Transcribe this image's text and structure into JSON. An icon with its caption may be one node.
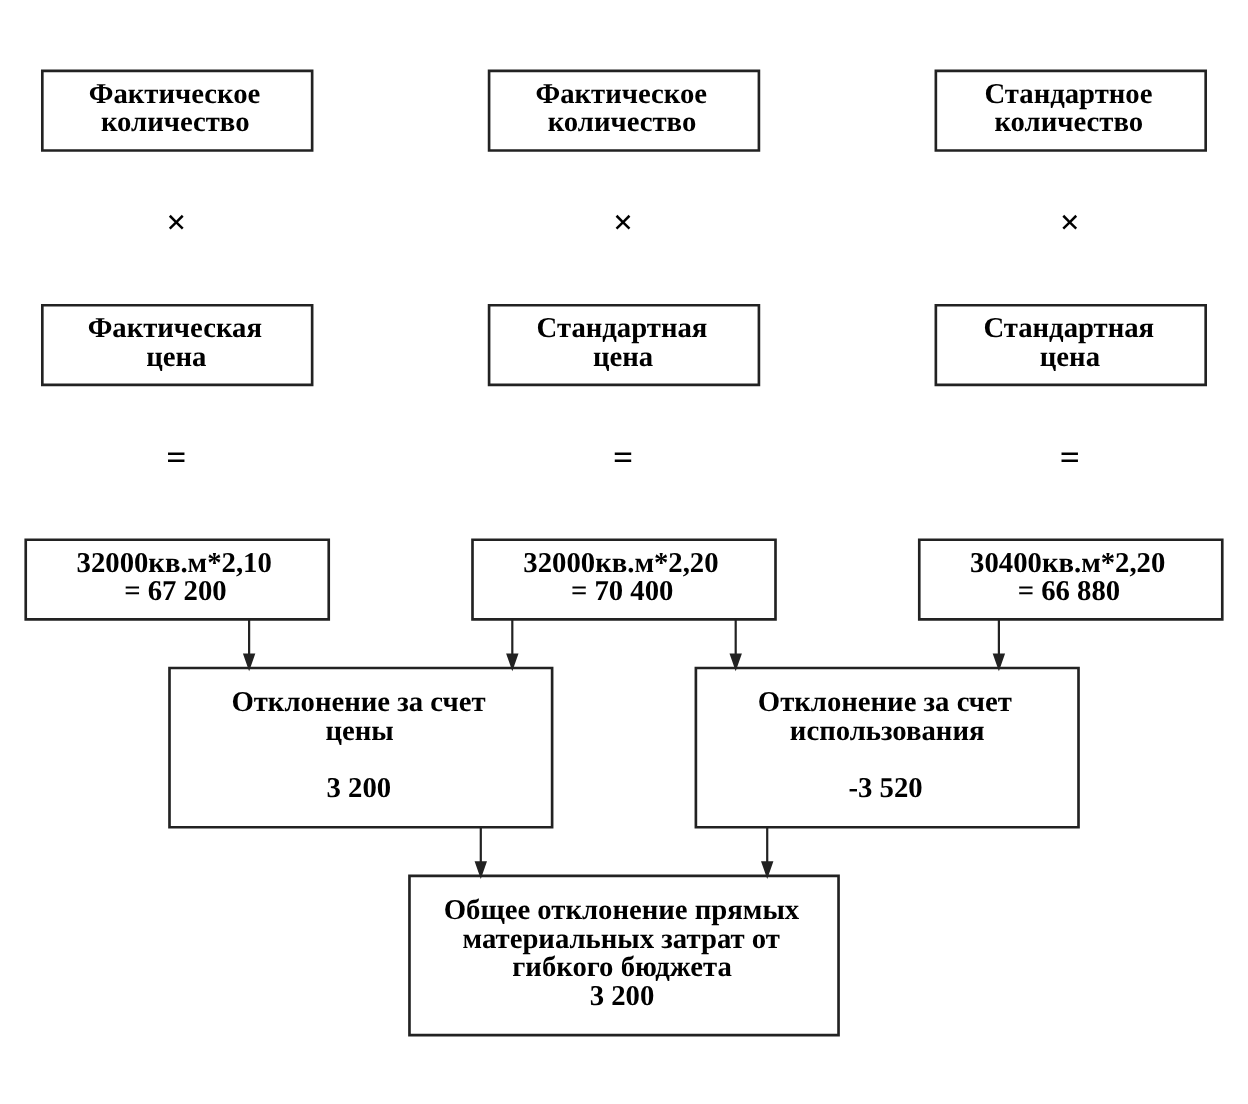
{
  "diagram": {
    "nodes": [
      {
        "text": [
          "Фактическое количество"
        ]
      },
      {
        "text": [
          "Фактическое количество"
        ]
      },
      {
        "text": [
          "Стандартное количество"
        ]
      },
      {
        "text": [
          "Фактическая цена"
        ]
      },
      {
        "text": [
          "Стандартная цена"
        ]
      },
      {
        "text": [
          "Стандартная цена"
        ]
      },
      {
        "text": [
          "32000кв.м*2,10 = 67 200"
        ]
      },
      {
        "text": [
          "32000кв.м*2,20 = 70 400"
        ]
      },
      {
        "text": [
          "30400кв.м*2,20 = 66 880"
        ]
      },
      {
        "text": [
          "Отклонение за счет цены",
          "3 200"
        ]
      },
      {
        "text": [
          "Отклонение за счет использования",
          "-3 520"
        ]
      },
      {
        "text": [
          "Общее отклонение прямых материальных затрат от гибкого бюджета",
          "3 200"
        ]
      }
    ],
    "edges": [
      {
        "from": 6,
        "to": 9,
        "arrow": "to"
      },
      {
        "from": 7,
        "to": 9,
        "arrow": "to"
      },
      {
        "from": 7,
        "to": 10,
        "arrow": "to"
      },
      {
        "from": 8,
        "to": 10,
        "arrow": "to"
      },
      {
        "from": 9,
        "to": 11,
        "arrow": "to"
      },
      {
        "from": 10,
        "to": 11,
        "arrow": "to"
      }
    ],
    "labels": [
      "×",
      "×",
      "×",
      "=",
      "=",
      "="
    ]
  }
}
